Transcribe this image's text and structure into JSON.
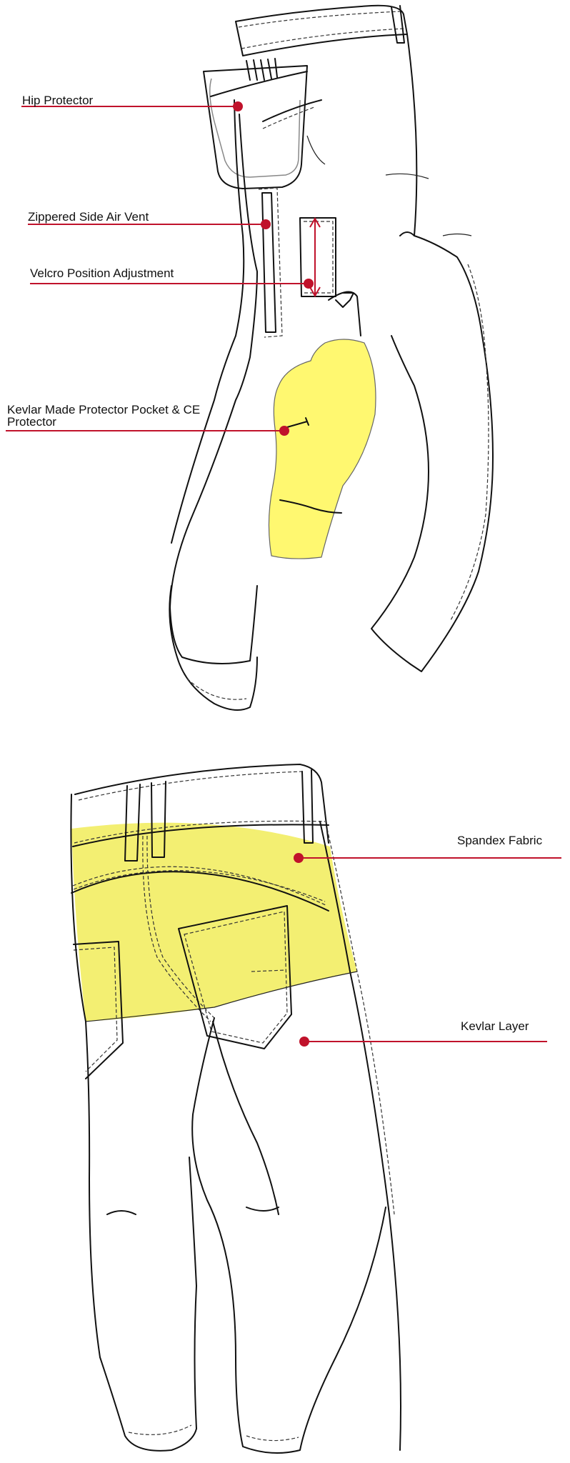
{
  "colors": {
    "callout": "#c0122b",
    "kevlar_fill": "#f3ef72",
    "protector_fill": "#fff870"
  },
  "front_view": {
    "callouts": [
      {
        "label": "Hip Protector"
      },
      {
        "label": "Zippered Side Air Vent"
      },
      {
        "label": "Velcro Position Adjustment"
      },
      {
        "label": "Kevlar Made Protector Pocket & CE Protector"
      }
    ]
  },
  "back_view": {
    "callouts": [
      {
        "label": "Spandex Fabric"
      },
      {
        "label": "Kevlar Layer"
      }
    ]
  }
}
